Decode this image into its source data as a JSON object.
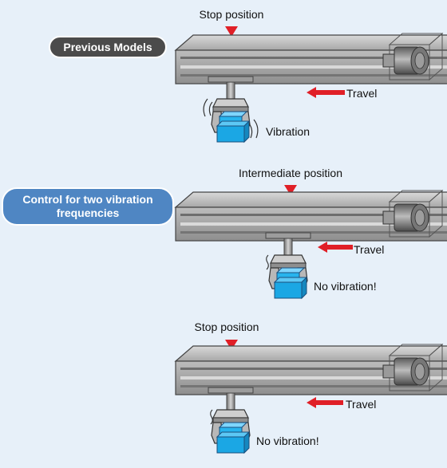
{
  "colors": {
    "background": "#e7f0f9",
    "badge_dark": "#4b4b4b",
    "badge_blue": "#4f86c3",
    "arrow_red": "#e01f27",
    "workpiece_blue": "#1ba7e4"
  },
  "labels": {
    "previous_models": "Previous Models",
    "control_line_1": "Control for two vibration",
    "control_line_2": "frequencies",
    "stop_position_1": "Stop position",
    "intermediate_position": "Intermediate position",
    "stop_position_2": "Stop position",
    "travel_1": "Travel",
    "travel_2": "Travel",
    "travel_3": "Travel",
    "vibration": "Vibration",
    "no_vibration_1": "No vibration!",
    "no_vibration_2": "No vibration!"
  },
  "icons": {
    "position_marker": "red-down-triangle-icon",
    "travel_direction": "red-left-arrow-icon",
    "motor": "motor-icon",
    "workpiece": "blue-box-icon",
    "vibration_marks": "vibration-wave-icon"
  }
}
